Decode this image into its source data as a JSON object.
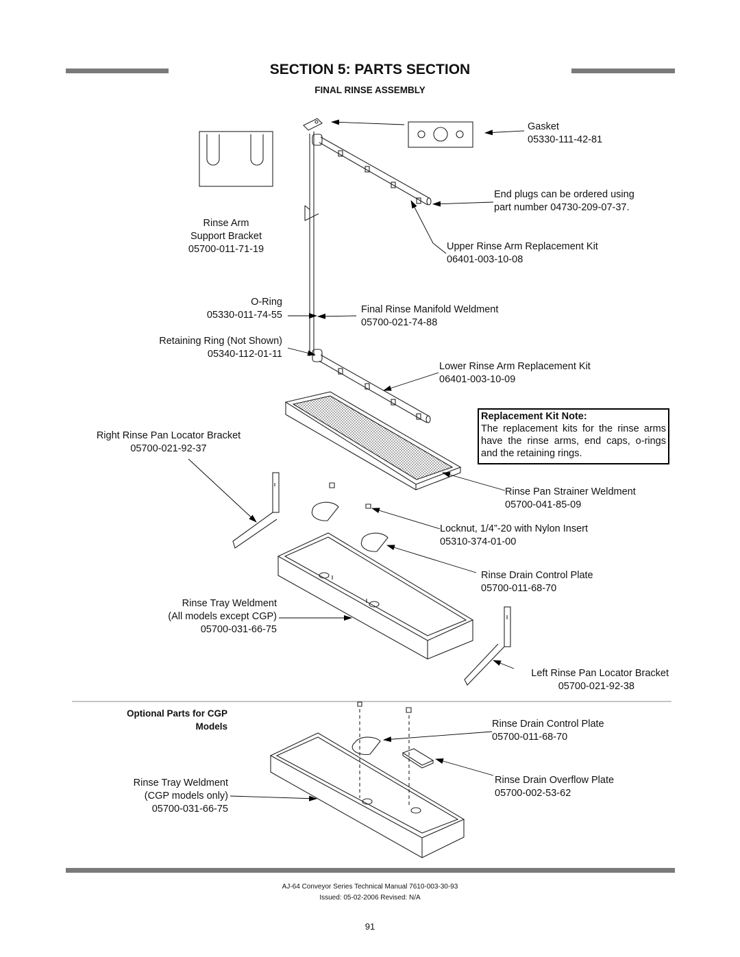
{
  "header": {
    "section_title": "SECTION 5: PARTS SECTION",
    "assembly_title": "FINAL RINSE ASSEMBLY"
  },
  "callouts": {
    "gasket": {
      "name": "Gasket",
      "part": "05330-111-42-81"
    },
    "end_plugs": {
      "line1": "End plugs can be ordered using",
      "line2": "part number 04730-209-07-37."
    },
    "rinse_arm_bracket": {
      "line1": "Rinse Arm",
      "line2": "Support Bracket",
      "part": "05700-011-71-19"
    },
    "upper_kit": {
      "name": "Upper Rinse Arm Replacement Kit",
      "part": "06401-003-10-08"
    },
    "o_ring": {
      "name": "O-Ring",
      "part": "05330-011-74-55"
    },
    "manifold": {
      "name": "Final Rinse Manifold Weldment",
      "part": "05700-021-74-88"
    },
    "retaining_ring": {
      "name": "Retaining Ring (Not Shown)",
      "part": "05340-112-01-11"
    },
    "lower_kit": {
      "name": "Lower Rinse Arm Replacement Kit",
      "part": "06401-003-10-09"
    },
    "right_locator": {
      "name": "Right Rinse Pan Locator Bracket",
      "part": "05700-021-92-37"
    },
    "strainer": {
      "name": "Rinse Pan Strainer Weldment",
      "part": "05700-041-85-09"
    },
    "locknut": {
      "name": "Locknut, 1/4”-20 with Nylon Insert",
      "part": "05310-374-01-00"
    },
    "drain_plate": {
      "name": "Rinse Drain Control Plate",
      "part": "05700-011-68-70"
    },
    "rinse_tray": {
      "line1": "Rinse Tray Weldment",
      "line2": "(All models except CGP)",
      "part": "05700-031-66-75"
    },
    "left_locator": {
      "name": "Left Rinse Pan Locator Bracket",
      "part": "05700-021-92-38"
    }
  },
  "note": {
    "title": "Replacement Kit Note:",
    "body": "The replacement kits for the rinse arms have the rinse arms, end caps, o-rings and the retaining rings."
  },
  "optional": {
    "title_line1": "Optional Parts for CGP",
    "title_line2": "Models",
    "drain_plate": {
      "name": "Rinse Drain Control Plate",
      "part": "05700-011-68-70"
    },
    "overflow_plate": {
      "name": "Rinse Drain Overflow Plate",
      "part": "05700-002-53-62"
    },
    "cgp_tray": {
      "line1": "Rinse Tray Weldment",
      "line2": "(CGP models only)",
      "part": "05700-031-66-75"
    }
  },
  "footer": {
    "manual": "AJ-64 Conveyor Series Technical Manual 7610-003-30-93",
    "issued": "Issued: 05-02-2006  Revised: N/A",
    "page_number": "91"
  }
}
